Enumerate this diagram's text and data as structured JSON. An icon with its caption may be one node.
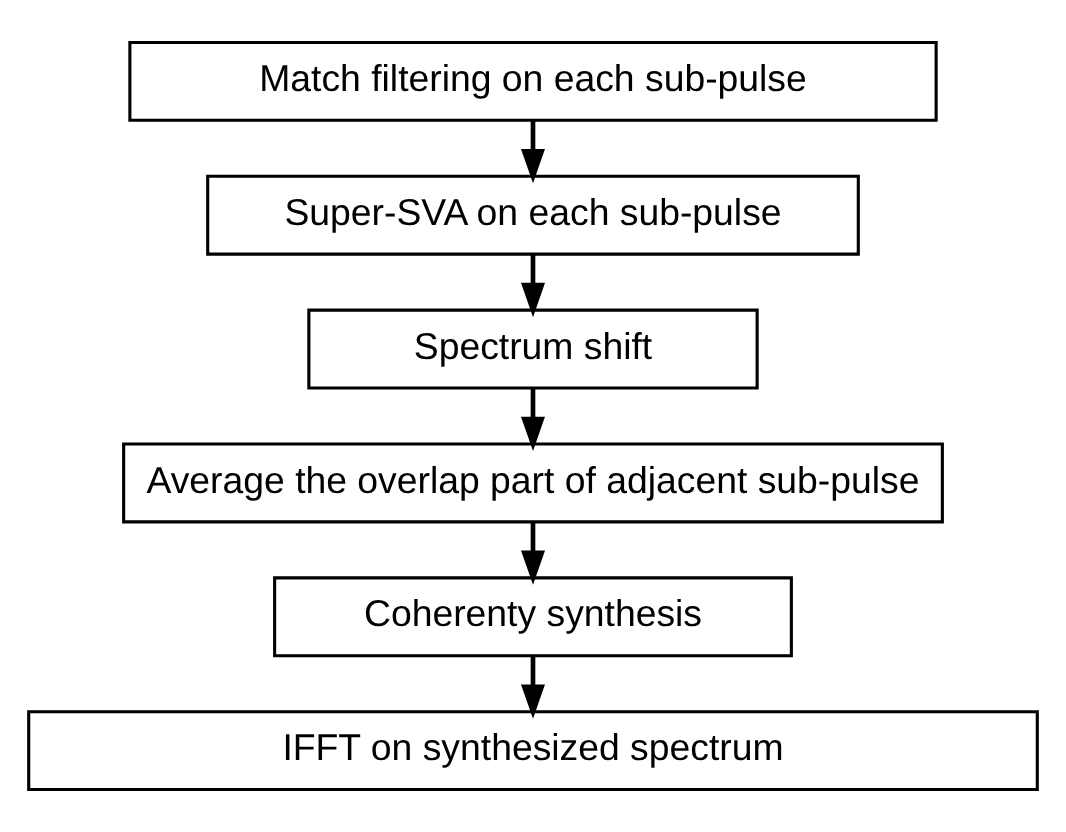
{
  "diagram": {
    "nodes": [
      {
        "text": [
          "Match filtering on each sub-pulse"
        ]
      },
      {
        "text": [
          "Super-SVA on each sub-pulse"
        ]
      },
      {
        "text": [
          "Spectrum shift"
        ]
      },
      {
        "text": [
          "Average the overlap part of adjacent sub-pulse"
        ]
      },
      {
        "text": [
          "Coherenty synthesis"
        ]
      },
      {
        "text": [
          "IFFT on synthesized spectrum"
        ]
      }
    ],
    "edges": [
      {
        "from": 0,
        "to": 1,
        "arrow": "to"
      },
      {
        "from": 1,
        "to": 2,
        "arrow": "to"
      },
      {
        "from": 2,
        "to": 3,
        "arrow": "to"
      },
      {
        "from": 3,
        "to": 4,
        "arrow": "to"
      },
      {
        "from": 4,
        "to": 5,
        "arrow": "to"
      }
    ]
  }
}
